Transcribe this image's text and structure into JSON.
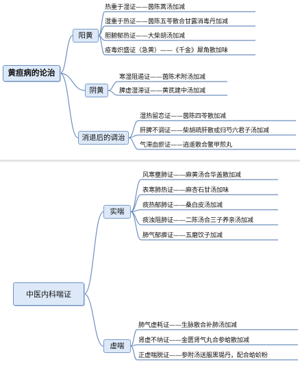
{
  "diagrams": [
    {
      "root": "黄疸病的论治",
      "branches": [
        {
          "label": "阳黄",
          "items": [
            "热重于湿证——茵陈蒿汤加减",
            "湿重于热证——茵陈五苓散合甘露消毒丹加减",
            "胆腑郁热证——大柴胡汤加减",
            "疫毒炽盛证（急黄）——《千金》犀角散加味"
          ]
        },
        {
          "label": "阴黄",
          "items": [
            "寒湿阻遏证——茵陈术附汤加减",
            "脾虚湿滞证——黄芪建中汤加减"
          ]
        },
        {
          "label": "消退后的调治",
          "items": [
            "湿热留恋证——茵陈四苓散加减",
            "肝脾不调证——柴胡疏肝散或归芍六君子汤加减",
            "气滞血瘀证——逍遥散合鳖甲煎丸"
          ]
        }
      ]
    },
    {
      "root": "中医内科喘证",
      "branches": [
        {
          "label": "实喘",
          "items": [
            "风寒壅肺证——麻黄汤合华盖散加减",
            "表寒肺热证——麻杏石甘汤加味",
            "痰热郁肺证——桑白皮汤加减",
            "痰浊阻肺证——二陈汤合三子养亲汤加减",
            "肺气郁痹证——五磨饮子加减"
          ]
        },
        {
          "label": "虚喘",
          "items": [
            "肺气虚耗证——生脉散合补肺汤加减",
            "肾虚不纳证——金匮肾气丸合参蛤散加减",
            "正虚喘脱证——参附汤送服黑锡丹，配合蛤蚧粉"
          ]
        }
      ]
    }
  ],
  "colors": {
    "line": "#6f8fbd",
    "node_fill": "#dde9f8",
    "node_border": "#7a9bc8"
  }
}
